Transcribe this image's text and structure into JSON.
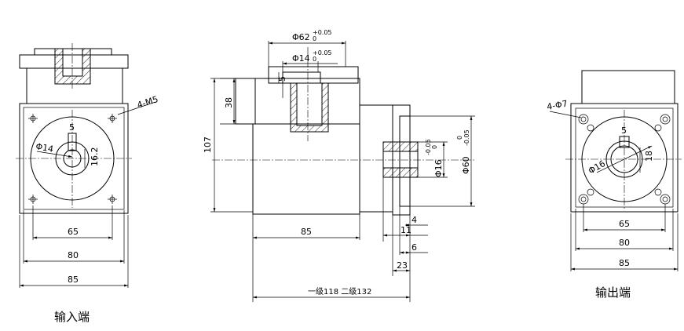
{
  "input_view": {
    "caption": "输入端",
    "dims": {
      "tap_holes": "4-M5",
      "bore": "Φ14",
      "keyway_depth": "16.2",
      "key_width": "5",
      "bolt_pitch": "65",
      "flange": "80",
      "body": "85"
    }
  },
  "side_view": {
    "dims": {
      "outer_dia": "Φ62",
      "outer_dia_tol": "+0.05",
      "outer_dia_tol_low": "0",
      "bore_dia": "Φ14",
      "bore_dia_tol": "+0.05",
      "bore_dia_tol_low": "0",
      "key": "5",
      "depth": "38",
      "height": "107",
      "shaft_dia": "Φ16",
      "shaft_dia_tol": "-0.05",
      "shaft_dia_tol_low": "0",
      "pilot_dia": "Φ60",
      "pilot_dia_tol": "-0.05",
      "pilot_dia_tol_low": "0",
      "pilot_len": "4",
      "step_11": "11",
      "step_6": "6",
      "shaft_len": "23",
      "body_len": "85",
      "total_len": "一级118 二级132"
    }
  },
  "output_view": {
    "caption": "输出端",
    "dims": {
      "holes": "4-Φ7",
      "bore": "Φ16",
      "keyway_depth": "18",
      "key_width": "5",
      "bolt_pitch": "65",
      "flange": "80",
      "body": "85"
    }
  }
}
